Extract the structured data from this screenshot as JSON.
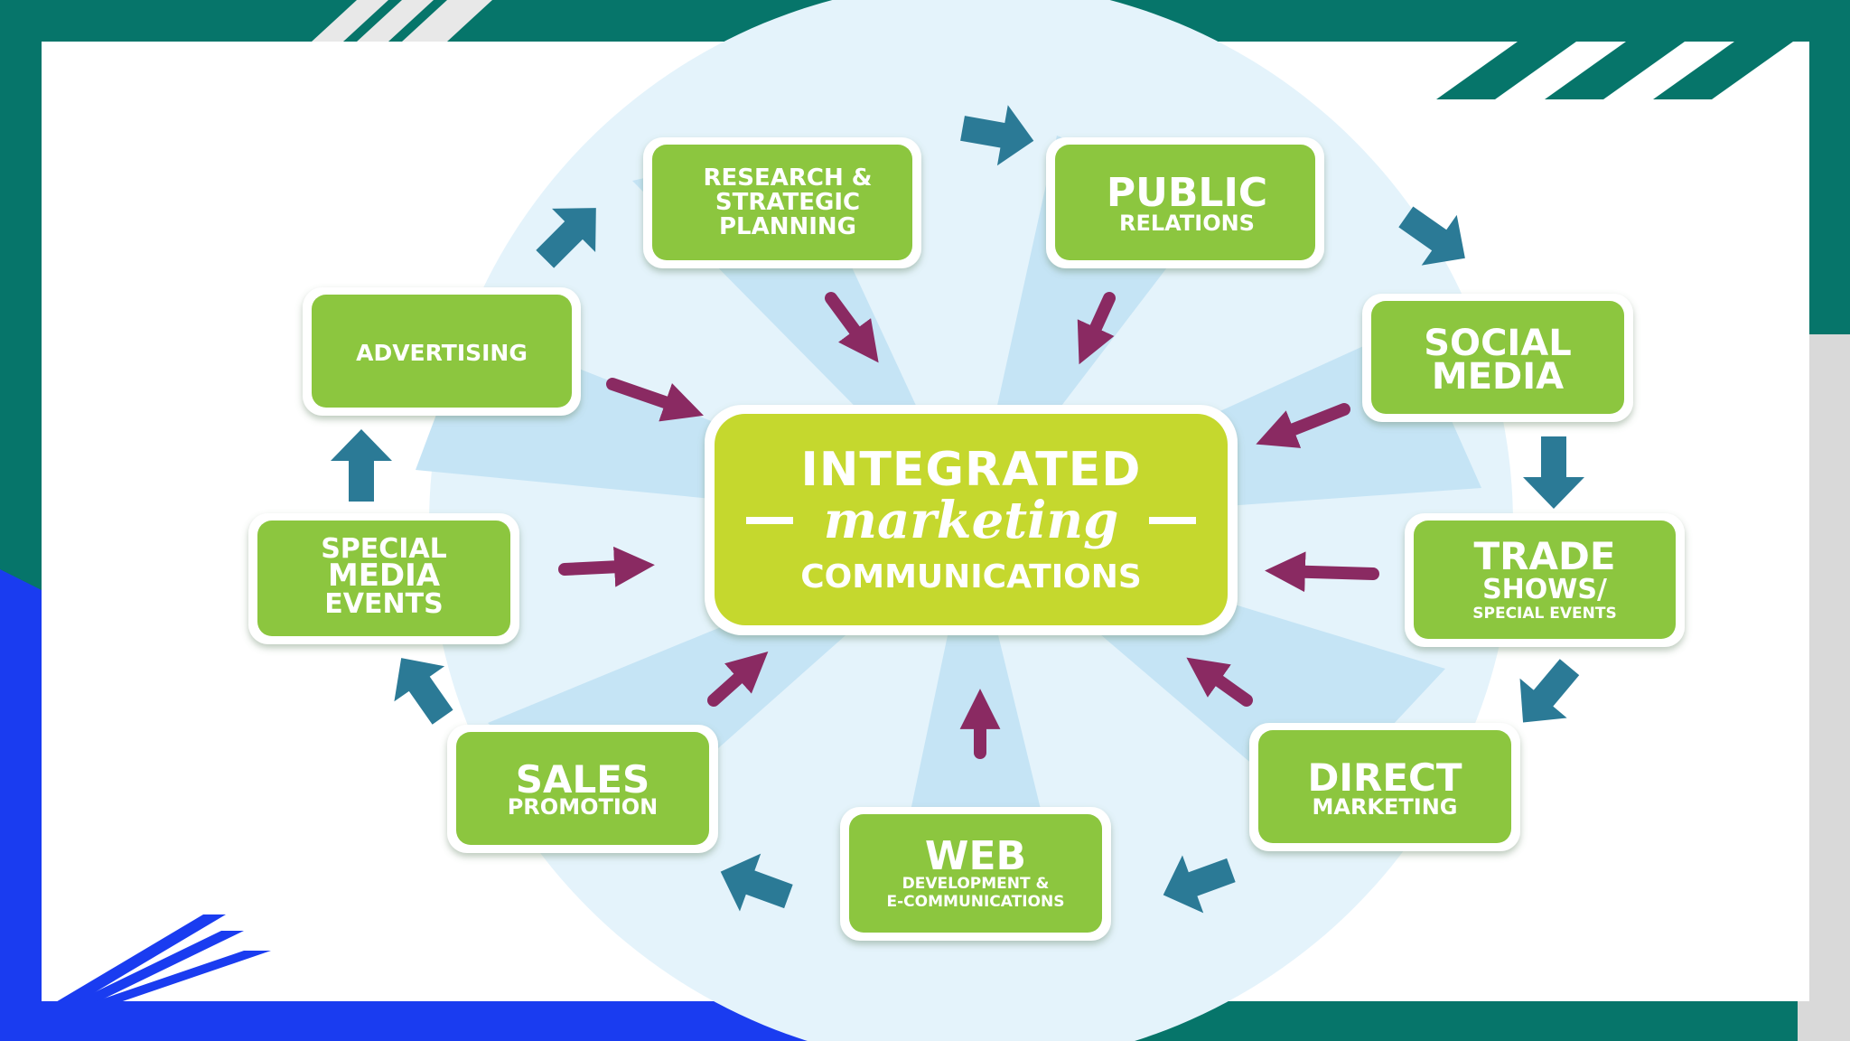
{
  "diagram": {
    "center": {
      "line1": "INTEGRATED",
      "line2": "marketing",
      "line3": "COMMUNICATIONS"
    },
    "nodes": [
      {
        "id": "research",
        "lines": [
          "RESEARCH &",
          "STRATEGIC",
          "PLANNING"
        ]
      },
      {
        "id": "public-relations",
        "lines": [
          "PUBLIC",
          "RELATIONS"
        ]
      },
      {
        "id": "social-media",
        "lines": [
          "SOCIAL",
          "MEDIA"
        ]
      },
      {
        "id": "trade-shows",
        "lines": [
          "TRADE",
          "SHOWS/",
          "SPECIAL EVENTS"
        ]
      },
      {
        "id": "direct-marketing",
        "lines": [
          "DIRECT",
          "MARKETING"
        ]
      },
      {
        "id": "web",
        "lines": [
          "WEB",
          "DEVELOPMENT &",
          "E-COMMUNICATIONS"
        ]
      },
      {
        "id": "sales-promotion",
        "lines": [
          "SALES",
          "PROMOTION"
        ]
      },
      {
        "id": "special-media-events",
        "lines": [
          "SPECIAL",
          "MEDIA",
          "EVENTS"
        ]
      },
      {
        "id": "advertising",
        "lines": [
          "ADVERTISING"
        ]
      }
    ]
  },
  "colors": {
    "frame_teal": "#06756a",
    "frame_blue": "#1a3cf0",
    "node_green": "#8cc63f",
    "center_yellow": "#c5d82e",
    "cycle_arrow": "#2b7a96",
    "inward_arrow": "#8a2a62",
    "wheel_light": "#d6edf9"
  }
}
